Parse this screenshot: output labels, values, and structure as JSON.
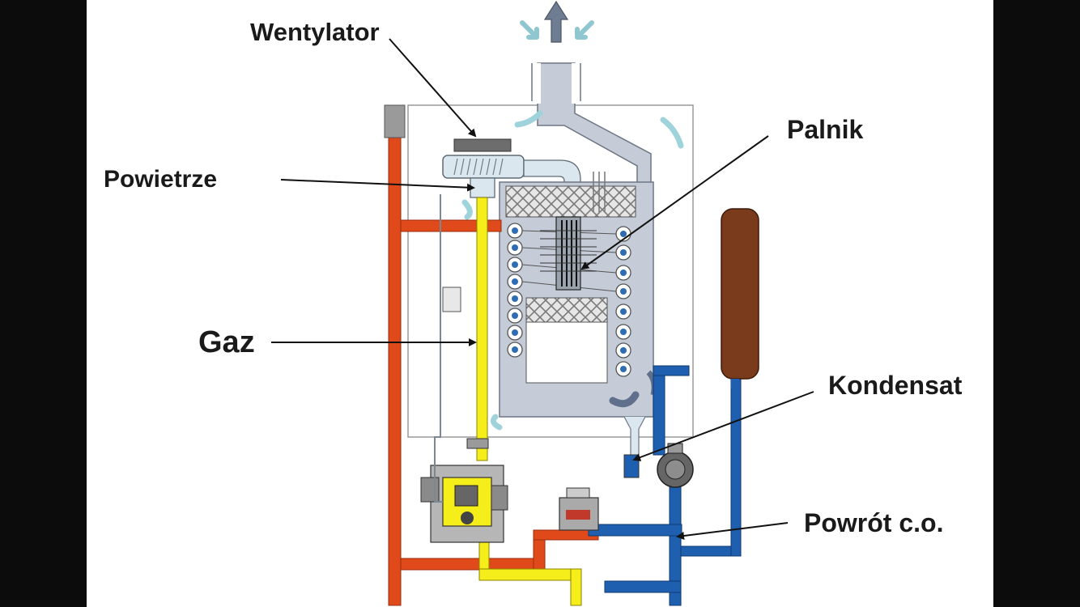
{
  "labels": {
    "fan": "Wentylator",
    "air": "Powietrze",
    "gas": "Gaz",
    "burner": "Palnik",
    "condensate": "Kondensat",
    "return": "Powrót c.o."
  },
  "colors": {
    "background": "#ffffff",
    "side_bars": "#0c0c0c",
    "hot_pipe": "#e04a1a",
    "cold_pipe": "#1f5fb0",
    "gas_pipe": "#f5ee1a",
    "flue": "#c5ccd8",
    "expansion_vessel": "#7a3a1c",
    "airflow_arrow": "#a9dce6"
  }
}
